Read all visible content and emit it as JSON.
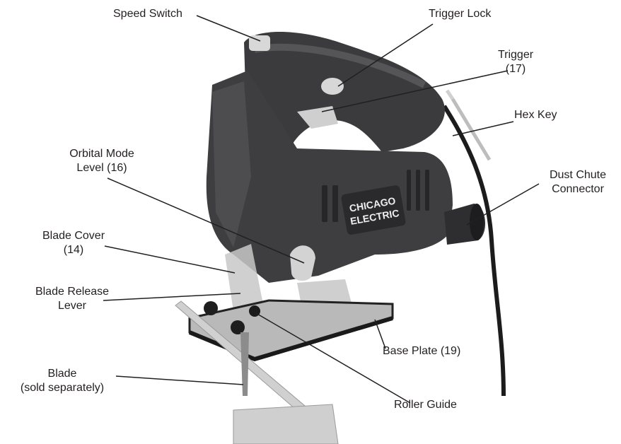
{
  "labels": {
    "speed_switch": "Speed Switch",
    "trigger_lock": "Trigger Lock",
    "trigger": [
      "Trigger",
      "(17)"
    ],
    "hex_key": "Hex Key",
    "dust_chute": [
      "Dust Chute",
      "Connector"
    ],
    "orbital_mode": [
      "Orbital Mode",
      "Level (16)"
    ],
    "blade_cover": [
      "Blade Cover",
      "(14)"
    ],
    "blade_release": [
      "Blade Release",
      "Lever"
    ],
    "base_plate": "Base Plate (19)",
    "blade": [
      "Blade",
      "(sold separately)"
    ],
    "roller_guide": "Roller Guide"
  },
  "brand_logo": [
    "CHICAGO",
    "ELECTRIC"
  ],
  "colors": {
    "text": "#231f20",
    "leader_line": "#231f20",
    "body_dark": "#3a3a3c",
    "body_light": "#5a5a5d",
    "metal": "#c9c9c9"
  }
}
